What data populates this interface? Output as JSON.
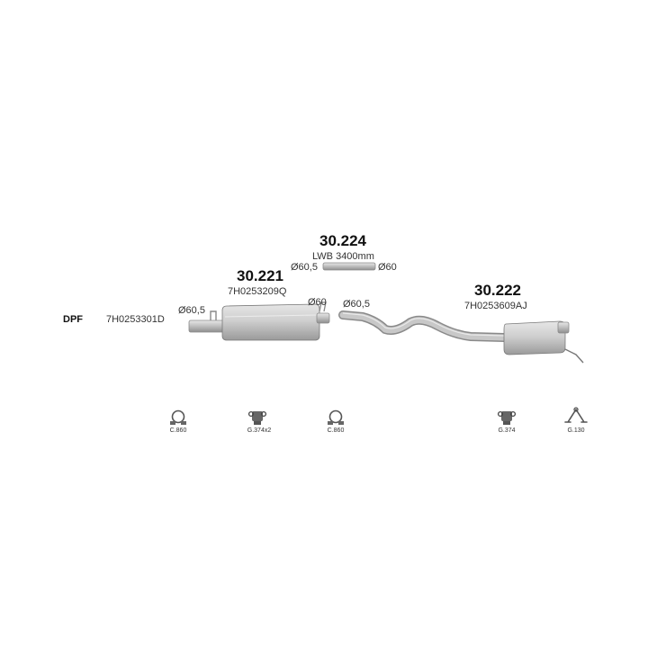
{
  "dpf_label": "DPF",
  "parts": {
    "front": {
      "number": "30.221",
      "oem": "7H0253209Q",
      "inlet": "Ø60,5",
      "outlet": "Ø60",
      "adjacent_oem": "7H0253301D"
    },
    "middle_pipe": {
      "number": "30.224",
      "note": "LWB 3400mm",
      "d_left": "Ø60,5",
      "d_right": "Ø60"
    },
    "rear": {
      "number": "30.222",
      "oem": "7H0253609AJ",
      "inlet": "Ø60,5"
    }
  },
  "accessories": [
    {
      "code": "C.860",
      "icon": "clamp-icon"
    },
    {
      "code": "G.374x2",
      "icon": "rubber-mount-icon"
    },
    {
      "code": "C.860",
      "icon": "clamp-icon"
    },
    {
      "code": "G.374",
      "icon": "rubber-mount-icon"
    },
    {
      "code": "G.130",
      "icon": "hanger-icon"
    }
  ],
  "colors": {
    "metal_light": "#dcdcdc",
    "metal_mid": "#b5b5b5",
    "metal_dark": "#8a8a8a",
    "outline": "#777777"
  }
}
